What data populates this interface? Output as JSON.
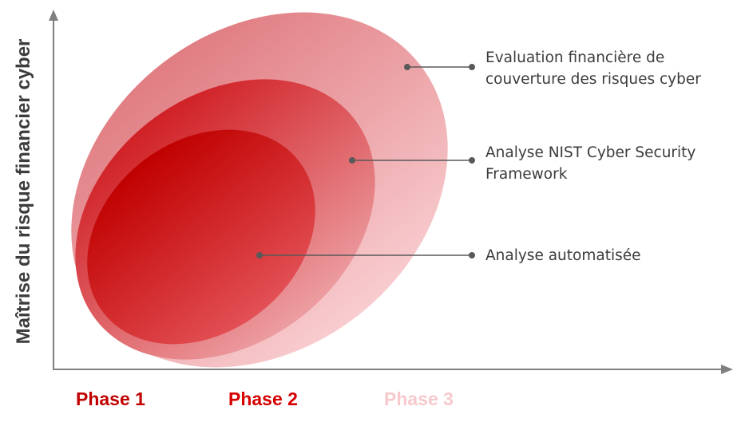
{
  "axis": {
    "y_title": "Maîtrise du risque financier cyber"
  },
  "phases": [
    {
      "label": "Phase 1",
      "color": "#c00000"
    },
    {
      "label": "Phase 2",
      "color": "#d60000"
    },
    {
      "label": "Phase 3",
      "color": "#f7c9cc"
    }
  ],
  "layers": [
    {
      "label_lines": [
        "Evaluation financière de",
        "couverture des risques cyber"
      ],
      "color_top": "#e07d82",
      "color_bottom": "#f8cccf"
    },
    {
      "label_lines": [
        "Analyse NIST Cyber Security",
        "Framework"
      ],
      "color_top": "#d02025",
      "color_bottom": "#ec9da1"
    },
    {
      "label_lines": [
        "Analyse automatisée"
      ],
      "color_top": "#c00000",
      "color_bottom": "#e25055"
    }
  ],
  "colors": {
    "axis": "#7f7f7f",
    "leader": "#595959",
    "text": "#3c3c3c"
  }
}
